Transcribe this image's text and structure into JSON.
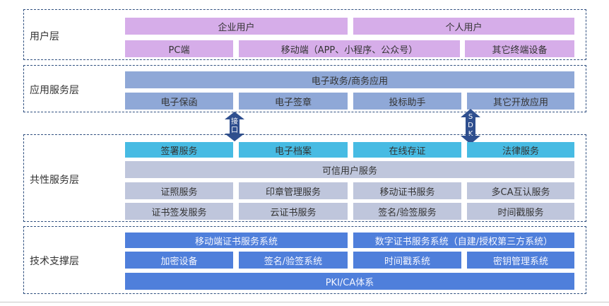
{
  "layers": {
    "user": {
      "label": "用户层",
      "top_row": [
        "企业用户",
        "个人用户"
      ],
      "bottom_row": [
        "PC端",
        "移动端（APP、小程序、公众号）",
        "其它终端设备"
      ]
    },
    "app": {
      "label": "应用服务层",
      "top": "电子政务/商务应用",
      "row": [
        "电子保函",
        "电子签章",
        "投标助手",
        "其它开放应用"
      ]
    },
    "common": {
      "label": "共性服务层",
      "row1": [
        "签署服务",
        "电子档案",
        "在线存证",
        "法律服务"
      ],
      "trusted": "可信用户服务",
      "row2": [
        "证照服务",
        "印章管理服务",
        "移动证书服务",
        "多CA互认服务"
      ],
      "row3": [
        "证书签发服务",
        "云证书服务",
        "签名/验签服务",
        "时间戳服务"
      ]
    },
    "tech": {
      "label": "技术支撑层",
      "row1": [
        "移动端证书服务系统",
        "数字证书服务系统（自建/授权第三方系统）"
      ],
      "row2": [
        "加密设备",
        "签名/验签系统",
        "时间戳系统",
        "密钥管理系统"
      ],
      "base": "PKI/CA体系"
    }
  },
  "connectors": {
    "left": "接口",
    "right": "SDK"
  },
  "colors": {
    "purple": "#d6ade9",
    "app_blue": "#8fa8d7",
    "teal": "#47bbe3",
    "grey": "#bfc6dc",
    "deep_blue": "#4f7fdb",
    "arrow": "#2f4f8f"
  }
}
